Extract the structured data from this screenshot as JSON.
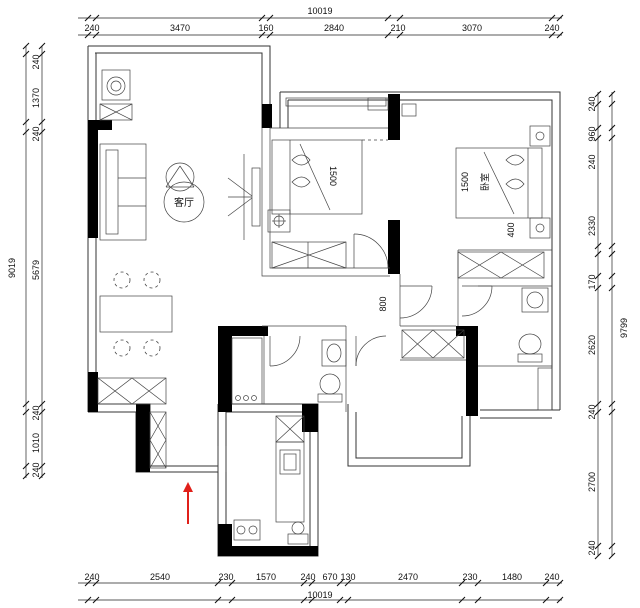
{
  "top_dims": {
    "total": "10019",
    "segments": [
      "240",
      "3470",
      "160",
      "2840",
      "210",
      "3070",
      "240"
    ]
  },
  "bottom_dims": {
    "total": "10019",
    "segments": [
      "240",
      "2540",
      "230",
      "1570",
      "240",
      "670",
      "130",
      "2470",
      "230",
      "1480",
      "240"
    ]
  },
  "left_dims": {
    "total": "9019",
    "segments": [
      "240",
      "1370",
      "240",
      "5679",
      "240",
      "1010",
      "240"
    ]
  },
  "right_dims": {
    "total": "9799",
    "segments": [
      "240",
      "960",
      "240",
      "2330",
      "170",
      "2620",
      "240",
      "2700",
      "240"
    ]
  },
  "room_labels": {
    "living": "客厅",
    "bedroom_right": "卧室"
  },
  "furniture_dims": {
    "bed1": "1500",
    "bed2": "1500",
    "wardrobe": "400",
    "door_width": "800"
  },
  "colors": {
    "wall": "#000000",
    "arrow": "#e0201a"
  }
}
